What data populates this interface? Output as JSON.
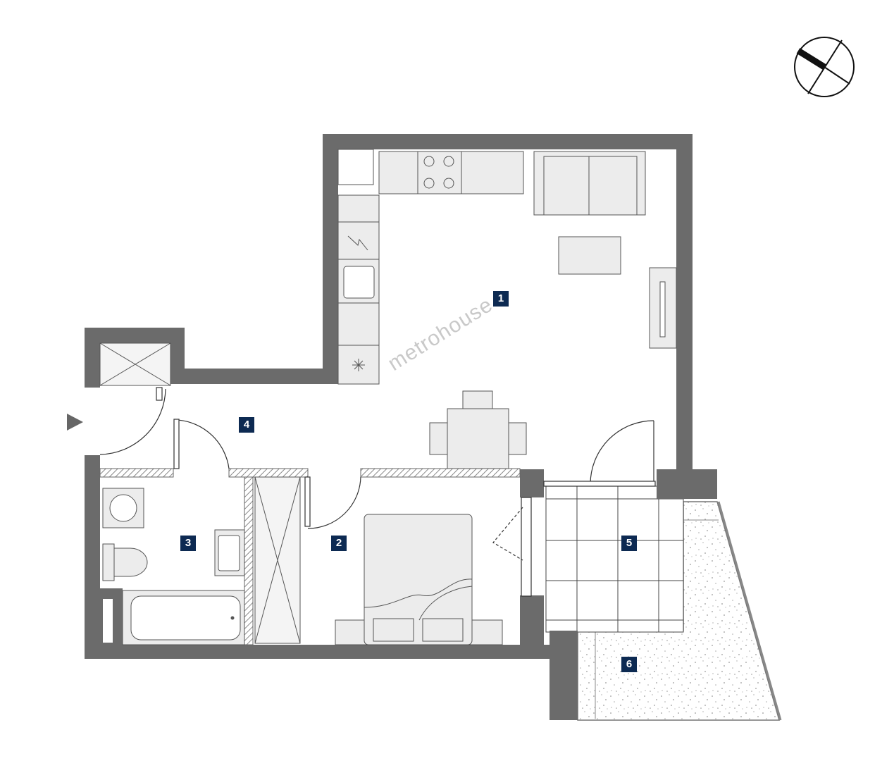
{
  "watermark": "metrohouse",
  "rooms": [
    {
      "number": "1"
    },
    {
      "number": "2"
    },
    {
      "number": "3"
    },
    {
      "number": "4"
    },
    {
      "number": "5"
    },
    {
      "number": "6"
    }
  ],
  "colors": {
    "wall": "#6b6b6b",
    "label": "#0d2a52",
    "furniture": "#ececec",
    "line": "#555555"
  }
}
